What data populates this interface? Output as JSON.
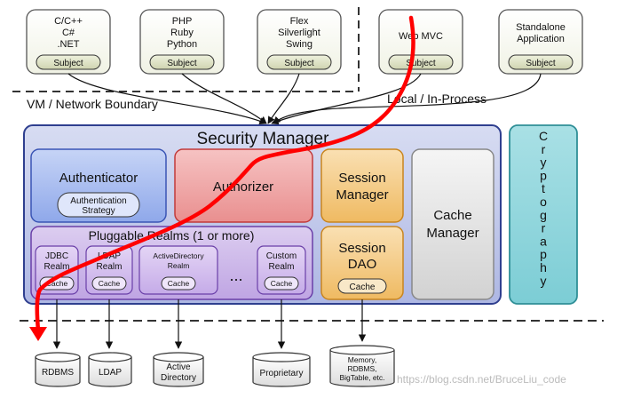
{
  "clients": [
    {
      "lines": [
        "C/C++",
        "C#",
        ".NET"
      ],
      "subject": "Subject"
    },
    {
      "lines": [
        "PHP",
        "Ruby",
        "Python"
      ],
      "subject": "Subject"
    },
    {
      "lines": [
        "Flex",
        "Silverlight",
        "Swing"
      ],
      "subject": "Subject"
    },
    {
      "lines": [
        "Web MVC"
      ],
      "subject": "Subject"
    },
    {
      "lines": [
        "Standalone",
        "Application"
      ],
      "subject": "Subject"
    }
  ],
  "boundaries": {
    "network": "VM / Network Boundary",
    "local": "Local / In-Process"
  },
  "security_manager": {
    "title": "Security Manager"
  },
  "authenticator": {
    "title": "Authenticator",
    "strategy": [
      "Authentication",
      "Strategy"
    ]
  },
  "authorizer": {
    "title": "Authorizer"
  },
  "session_manager": {
    "lines": [
      "Session",
      "Manager"
    ]
  },
  "session_dao": {
    "lines": [
      "Session",
      "DAO"
    ],
    "cache": "Cache"
  },
  "cache_manager": {
    "lines": [
      "Cache",
      "Manager"
    ]
  },
  "cryptography": {
    "letters": [
      "C",
      "r",
      "y",
      "p",
      "t",
      "o",
      "g",
      "r",
      "a",
      "p",
      "h",
      "y"
    ]
  },
  "realms": {
    "title": "Pluggable Realms (1 or more)",
    "items": [
      {
        "lines": [
          "JDBC",
          "Realm"
        ],
        "cache": "Cache"
      },
      {
        "lines": [
          "LDAP",
          "Realm"
        ],
        "cache": "Cache"
      },
      {
        "lines": [
          "ActiveDirectory",
          "Realm"
        ],
        "cache": "Cache"
      },
      {
        "lines": [
          "Custom",
          "Realm"
        ],
        "cache": "Cache"
      }
    ],
    "ellipsis": "..."
  },
  "datastores": [
    {
      "lines": [
        "RDBMS"
      ]
    },
    {
      "lines": [
        "LDAP"
      ]
    },
    {
      "lines": [
        "Active",
        "Directory"
      ]
    },
    {
      "lines": [
        "Proprietary"
      ]
    },
    {
      "lines": [
        "Memory,",
        "RDBMS,",
        "BigTable, etc."
      ]
    }
  ],
  "watermark": "https://blog.csdn.net/BruceLiu_code",
  "colors": {
    "flow": "#ff0000",
    "frame": "#2f3f8f"
  }
}
